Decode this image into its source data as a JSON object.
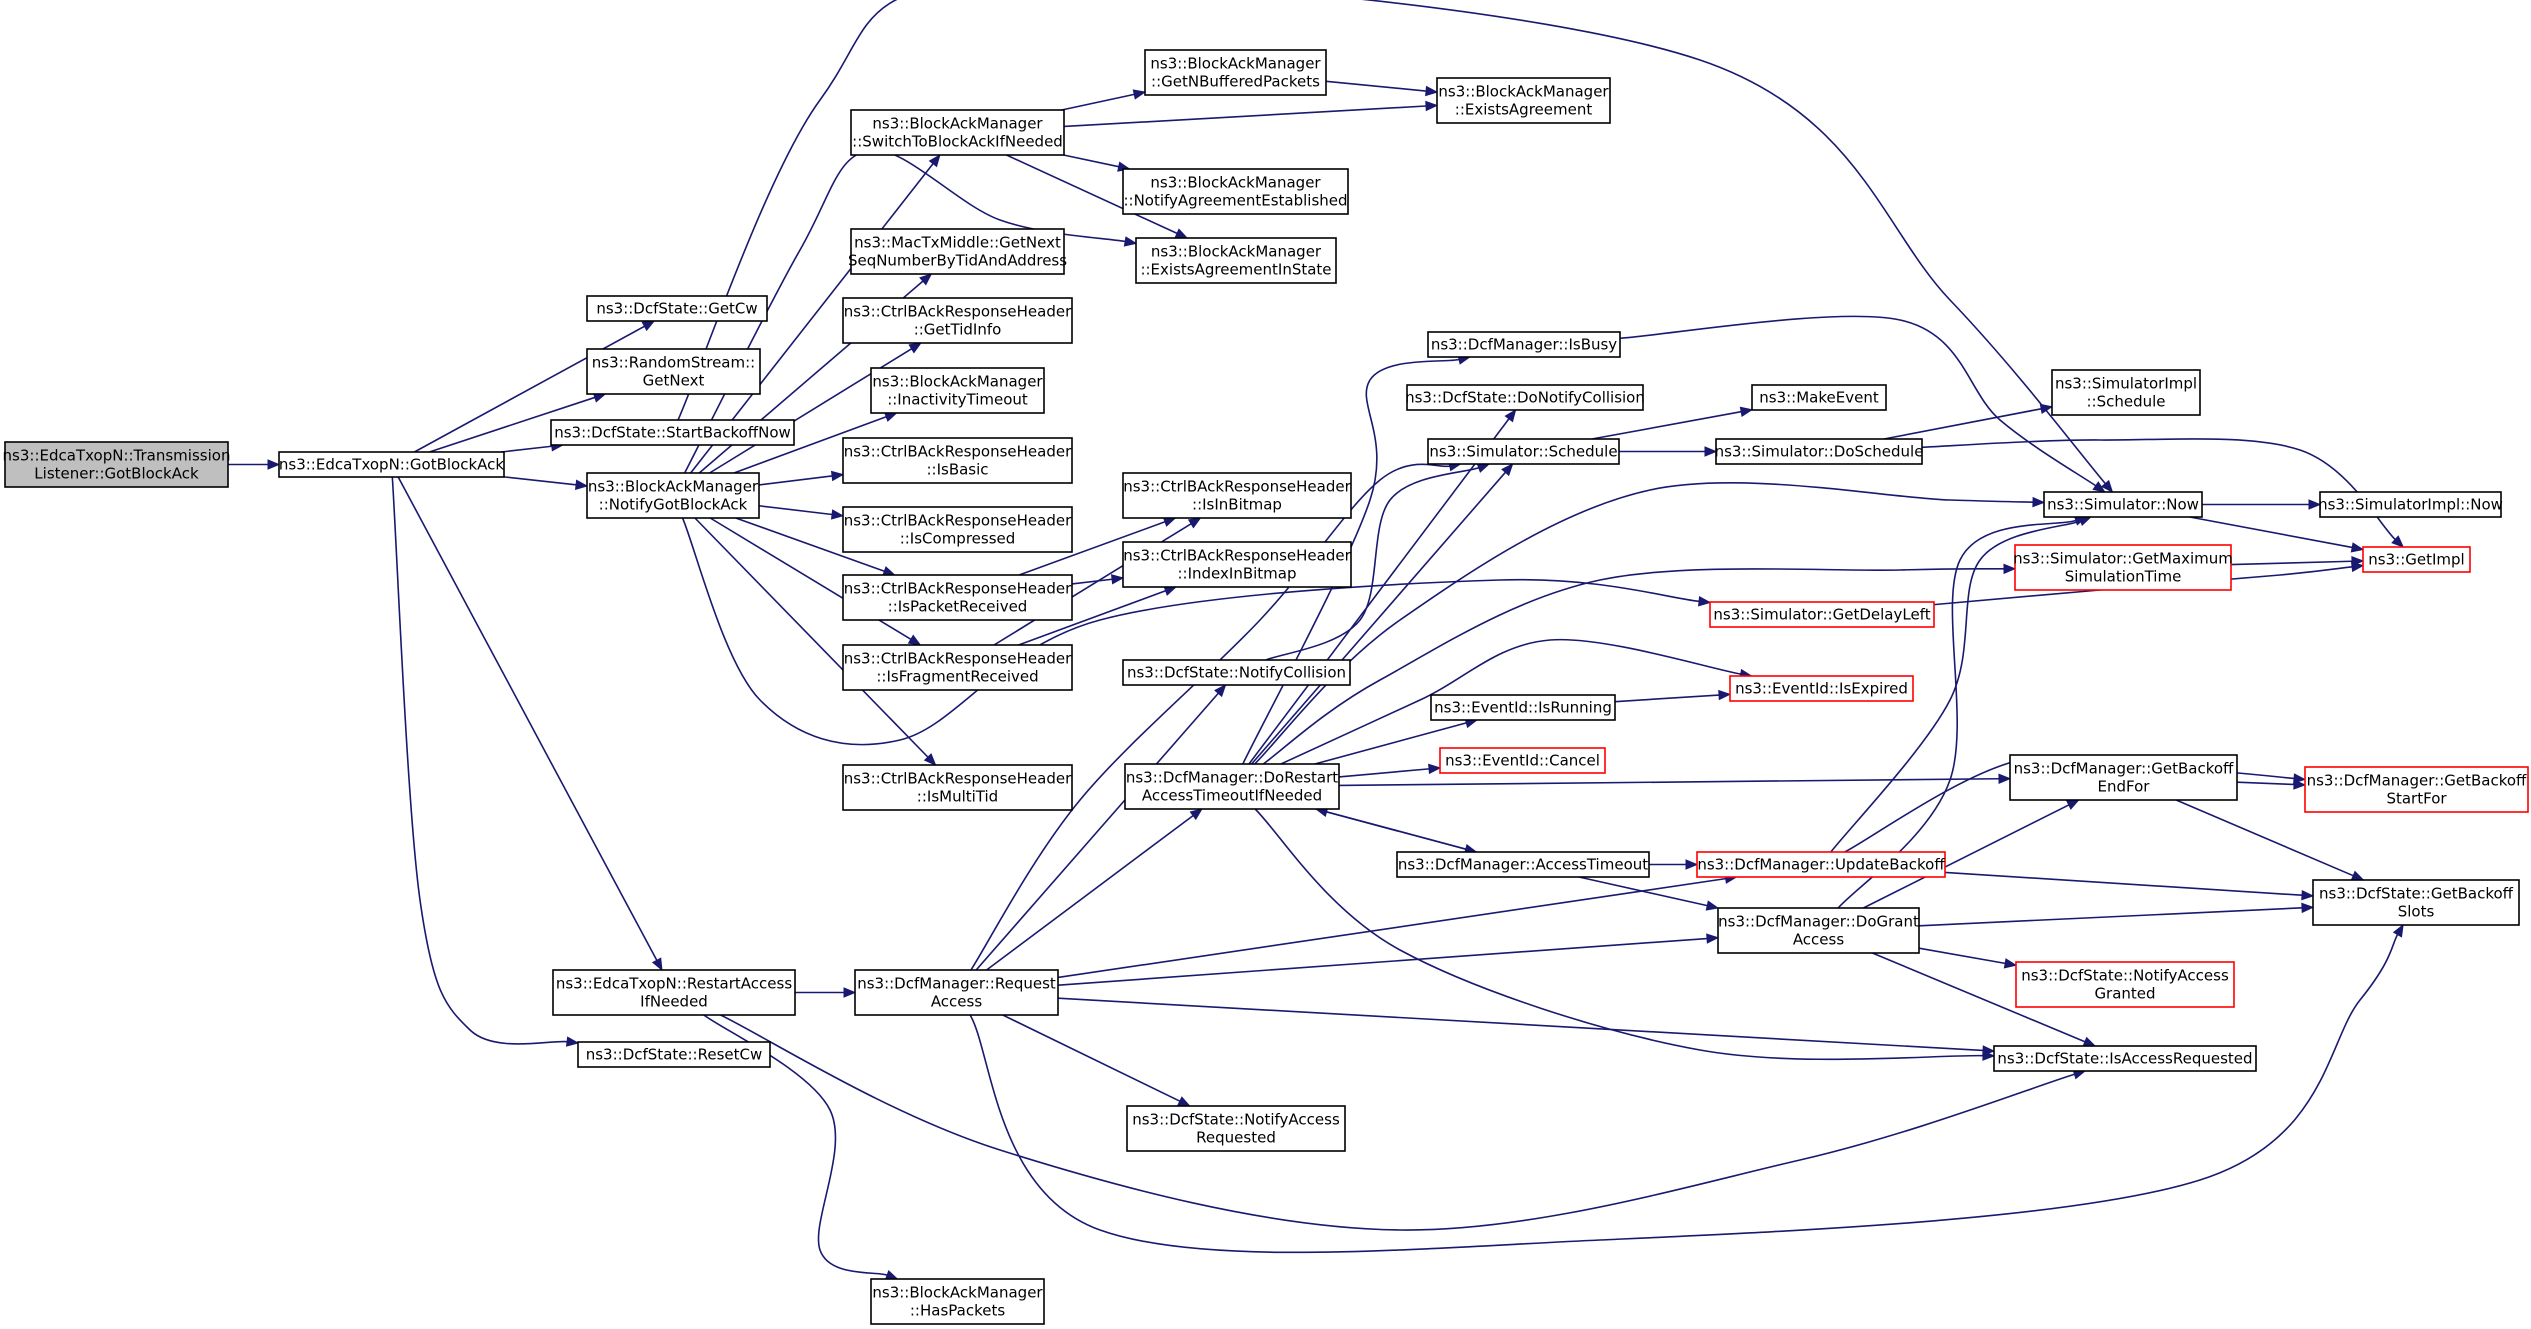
{
  "diagram": {
    "title": "",
    "colors": {
      "edge": "#191970",
      "border_normal": "#000000",
      "border_truncated": "#ff0000",
      "root_fill": "#bfbfbf",
      "node_fill": "#ffffff"
    },
    "nodes": [
      {
        "id": "root",
        "lines": [
          "ns3::EdcaTxopN::Transmission",
          "Listener::GotBlockAck"
        ],
        "style": "root"
      },
      {
        "id": "gotblockack",
        "lines": [
          "ns3::EdcaTxopN::GotBlockAck"
        ],
        "style": "normal"
      },
      {
        "id": "dcfgetcw",
        "lines": [
          "ns3::DcfState::GetCw"
        ],
        "style": "normal"
      },
      {
        "id": "rsgetnext",
        "lines": [
          "ns3::RandomStream::",
          "GetNext"
        ],
        "style": "normal"
      },
      {
        "id": "startbackoff",
        "lines": [
          "ns3::DcfState::StartBackoffNow"
        ],
        "style": "normal"
      },
      {
        "id": "notifygotblockack",
        "lines": [
          "ns3::BlockAckManager",
          "::NotifyGotBlockAck"
        ],
        "style": "normal"
      },
      {
        "id": "restartaccess",
        "lines": [
          "ns3::EdcaTxopN::RestartAccess",
          "IfNeeded"
        ],
        "style": "normal"
      },
      {
        "id": "resetcw",
        "lines": [
          "ns3::DcfState::ResetCw"
        ],
        "style": "normal"
      },
      {
        "id": "switchtoba",
        "lines": [
          "ns3::BlockAckManager",
          "::SwitchToBlockAckIfNeeded"
        ],
        "style": "normal"
      },
      {
        "id": "getnextseq",
        "lines": [
          "ns3::MacTxMiddle::GetNext",
          "SeqNumberByTidAndAddress"
        ],
        "style": "normal"
      },
      {
        "id": "gettidinfo",
        "lines": [
          "ns3::CtrlBAckResponseHeader",
          "::GetTidInfo"
        ],
        "style": "normal"
      },
      {
        "id": "inactivity",
        "lines": [
          "ns3::BlockAckManager",
          "::InactivityTimeout"
        ],
        "style": "normal"
      },
      {
        "id": "isbasic",
        "lines": [
          "ns3::CtrlBAckResponseHeader",
          "::IsBasic"
        ],
        "style": "normal"
      },
      {
        "id": "iscompressed",
        "lines": [
          "ns3::CtrlBAckResponseHeader",
          "::IsCompressed"
        ],
        "style": "normal"
      },
      {
        "id": "ispacketreceived",
        "lines": [
          "ns3::CtrlBAckResponseHeader",
          "::IsPacketReceived"
        ],
        "style": "normal"
      },
      {
        "id": "isfragmentreceived",
        "lines": [
          "ns3::CtrlBAckResponseHeader",
          "::IsFragmentReceived"
        ],
        "style": "normal"
      },
      {
        "id": "ismultitid",
        "lines": [
          "ns3::CtrlBAckResponseHeader",
          "::IsMultiTid"
        ],
        "style": "normal"
      },
      {
        "id": "requestaccess",
        "lines": [
          "ns3::DcfManager::Request",
          "Access"
        ],
        "style": "normal"
      },
      {
        "id": "haspackets",
        "lines": [
          "ns3::BlockAckManager",
          "::HasPackets"
        ],
        "style": "normal"
      },
      {
        "id": "getnbuffered",
        "lines": [
          "ns3::BlockAckManager",
          "::GetNBufferedPackets"
        ],
        "style": "normal"
      },
      {
        "id": "existsagreement",
        "lines": [
          "ns3::BlockAckManager",
          "::ExistsAgreement"
        ],
        "style": "normal"
      },
      {
        "id": "notifyagreement",
        "lines": [
          "ns3::BlockAckManager",
          "::NotifyAgreementEstablished"
        ],
        "style": "normal"
      },
      {
        "id": "existsagreementinstate",
        "lines": [
          "ns3::BlockAckManager",
          "::ExistsAgreementInState"
        ],
        "style": "normal"
      },
      {
        "id": "isinbitmap",
        "lines": [
          "ns3::CtrlBAckResponseHeader",
          "::IsInBitmap"
        ],
        "style": "normal"
      },
      {
        "id": "indexinbitmap",
        "lines": [
          "ns3::CtrlBAckResponseHeader",
          "::IndexInBitmap"
        ],
        "style": "normal"
      },
      {
        "id": "dcfnotifycollision",
        "lines": [
          "ns3::DcfState::NotifyCollision"
        ],
        "style": "normal"
      },
      {
        "id": "dorestart",
        "lines": [
          "ns3::DcfManager::DoRestart",
          "AccessTimeoutIfNeeded"
        ],
        "style": "normal"
      },
      {
        "id": "notifyaccessreq",
        "lines": [
          "ns3::DcfState::NotifyAccess",
          "Requested"
        ],
        "style": "normal"
      },
      {
        "id": "isbusy",
        "lines": [
          "ns3::DcfManager::IsBusy"
        ],
        "style": "normal"
      },
      {
        "id": "donotifycollision",
        "lines": [
          "ns3::DcfState::DoNotifyCollision"
        ],
        "style": "normal"
      },
      {
        "id": "schedule",
        "lines": [
          "ns3::Simulator::Schedule"
        ],
        "style": "normal"
      },
      {
        "id": "isrunning",
        "lines": [
          "ns3::EventId::IsRunning"
        ],
        "style": "normal"
      },
      {
        "id": "cancel",
        "lines": [
          "ns3::EventId::Cancel"
        ],
        "style": "truncated"
      },
      {
        "id": "accesstimeout",
        "lines": [
          "ns3::DcfManager::AccessTimeout"
        ],
        "style": "normal"
      },
      {
        "id": "makeevent",
        "lines": [
          "ns3::MakeEvent"
        ],
        "style": "normal"
      },
      {
        "id": "doschedule",
        "lines": [
          "ns3::Simulator::DoSchedule"
        ],
        "style": "normal"
      },
      {
        "id": "getdelayleft",
        "lines": [
          "ns3::Simulator::GetDelayLeft"
        ],
        "style": "truncated"
      },
      {
        "id": "isexpired",
        "lines": [
          "ns3::EventId::IsExpired"
        ],
        "style": "truncated"
      },
      {
        "id": "updatebackoff",
        "lines": [
          "ns3::DcfManager::UpdateBackoff"
        ],
        "style": "truncated"
      },
      {
        "id": "dogrant",
        "lines": [
          "ns3::DcfManager::DoGrant",
          "Access"
        ],
        "style": "normal"
      },
      {
        "id": "implschedule",
        "lines": [
          "ns3::SimulatorImpl",
          "::Schedule"
        ],
        "style": "normal"
      },
      {
        "id": "simnow",
        "lines": [
          "ns3::Simulator::Now"
        ],
        "style": "normal"
      },
      {
        "id": "getmaxsimtime",
        "lines": [
          "ns3::Simulator::GetMaximum",
          "SimulationTime"
        ],
        "style": "truncated"
      },
      {
        "id": "getbackoffendfor",
        "lines": [
          "ns3::DcfManager::GetBackoff",
          "EndFor"
        ],
        "style": "normal"
      },
      {
        "id": "notifyaccessgranted",
        "lines": [
          "ns3::DcfState::NotifyAccess",
          "Granted"
        ],
        "style": "truncated"
      },
      {
        "id": "isaccessrequested",
        "lines": [
          "ns3::DcfState::IsAccessRequested"
        ],
        "style": "normal"
      },
      {
        "id": "implnow",
        "lines": [
          "ns3::SimulatorImpl::Now"
        ],
        "style": "normal"
      },
      {
        "id": "getimpl",
        "lines": [
          "ns3::GetImpl"
        ],
        "style": "truncated"
      },
      {
        "id": "getbackoffstartfor",
        "lines": [
          "ns3::DcfManager::GetBackoff",
          "StartFor"
        ],
        "style": "truncated"
      },
      {
        "id": "getbackoffslots",
        "lines": [
          "ns3::DcfState::GetBackoff",
          "Slots"
        ],
        "style": "normal"
      }
    ]
  }
}
